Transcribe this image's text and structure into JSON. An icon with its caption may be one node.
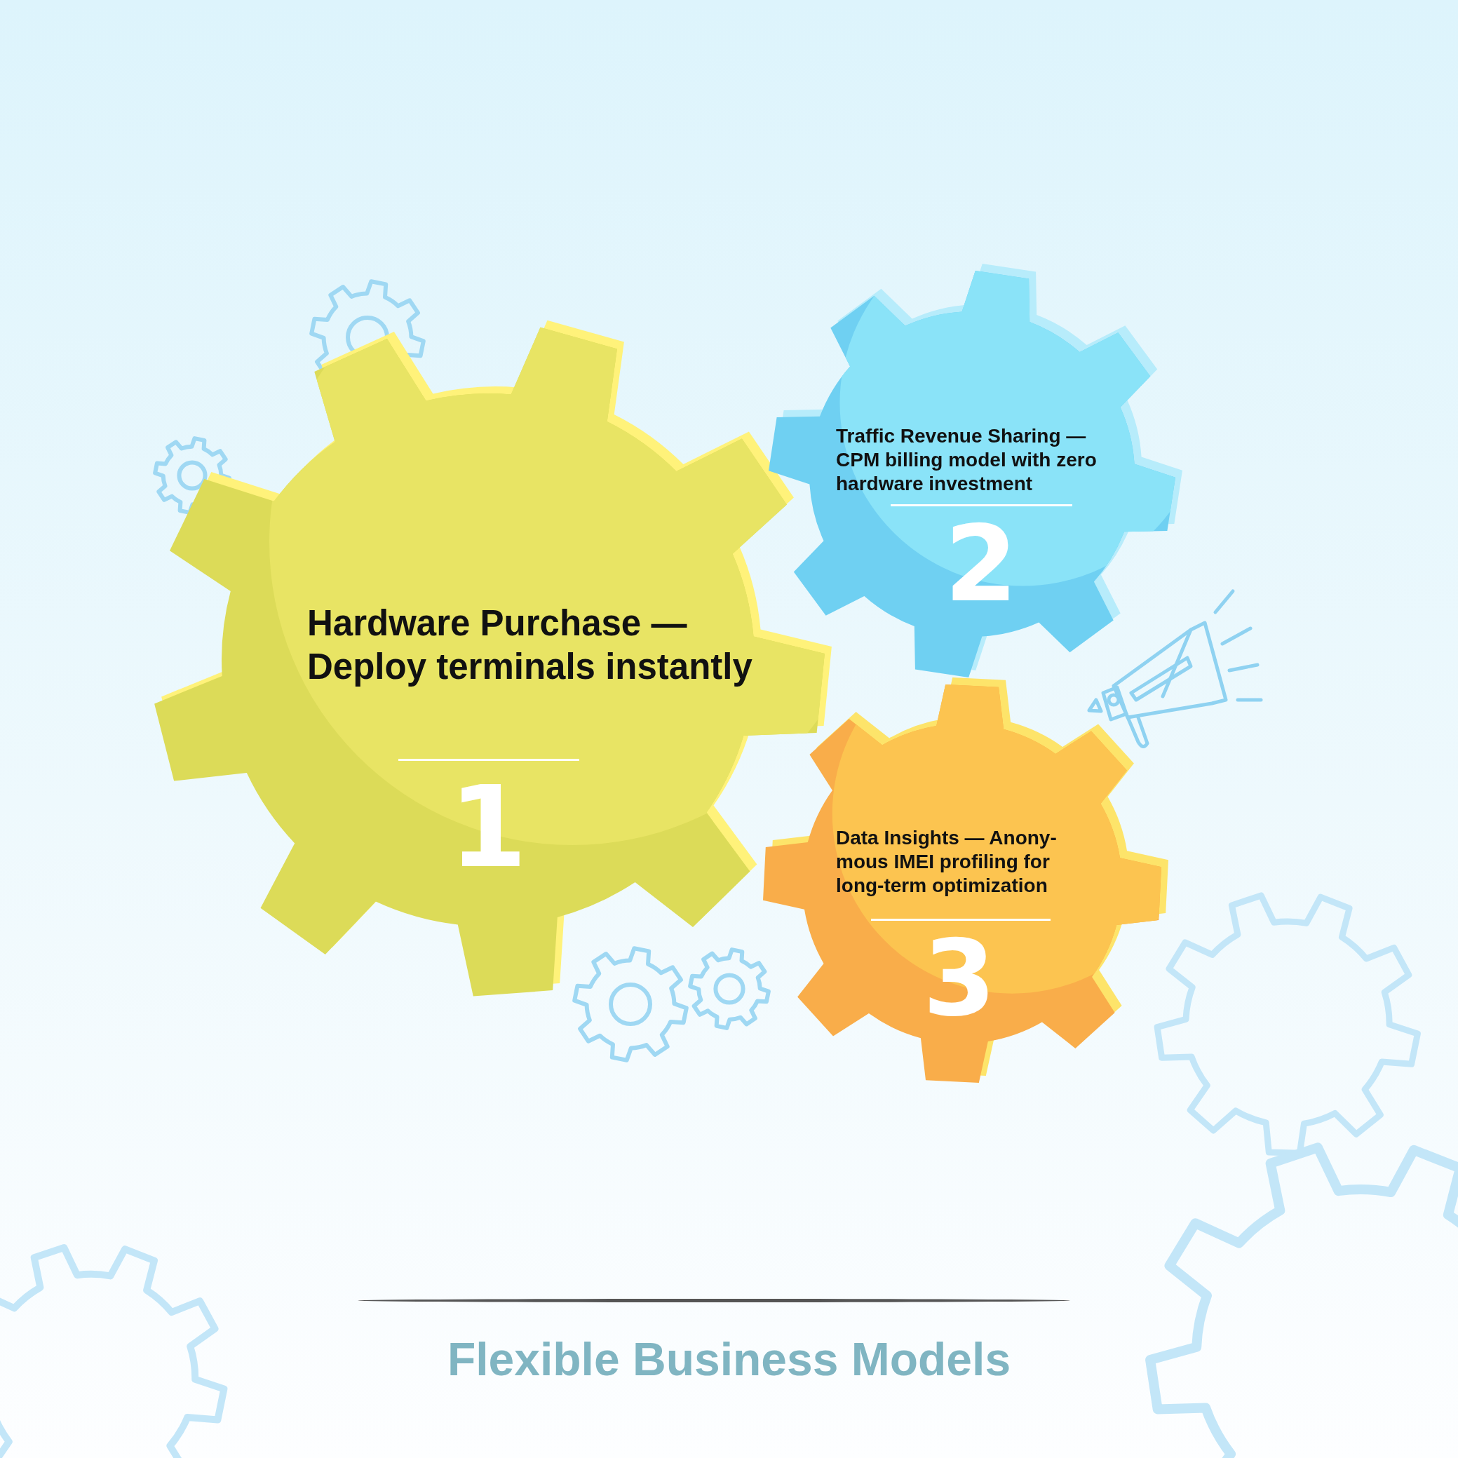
{
  "diagram": {
    "title": "Flexible Business Models",
    "nodes": [
      {
        "text": [
          "Hardware Purchase — Deploy terminals instantly",
          "1"
        ]
      },
      {
        "text": [
          "Traffic Revenue Sharing — CPM billing model with zero hardware investment",
          "2"
        ]
      },
      {
        "text": [
          "Data Insights — Anony- mous IMEI profiling for long-term optimization",
          "3"
        ]
      }
    ]
  }
}
